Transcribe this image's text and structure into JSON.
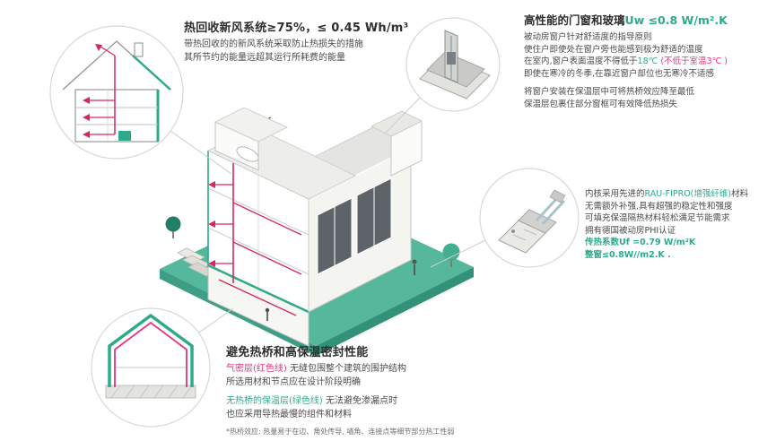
{
  "colors": {
    "teal": "#2fa98c",
    "magenta": "#e5337f",
    "red_duct": "#d6275f",
    "ground_teal": "#55b79b",
    "dark_text": "#3f3f3f"
  },
  "hrv": {
    "title_main": "热回收新风系统≥75%，",
    "title_value": "≤ 0.45 Wh/m³",
    "body_line1": "带热回收的的新风系统采取防止热损失的措施",
    "body_line2": "其所节约的能量远超其运行所耗费的能量"
  },
  "windows": {
    "title_main": "高性能的门窗和玻璃",
    "title_value": "Uw ≤0.8 W/m².K",
    "line1": "被动房窗户针对舒适度的指导原则",
    "line2": "使住户即使处在窗户旁也能感到极为舒适的温度",
    "line3_pre": "在室内,窗户表面温度不得低于",
    "line3_temp": "18℃ ",
    "line3_note": "(不低于室温3℃ )",
    "line4": "即使在寒冷的冬季,在靠近窗户部位也无寒冷不适感",
    "line5": "将窗户安装在保温层中可将热桥效应降至最低",
    "line6": "保温层包裹住部分窗框可有效降低热损失"
  },
  "profile": {
    "line1_pre": "内核采用先进的",
    "line1_brand": "RAU-FIPRO(增强纤维)",
    "line1_post": "材料",
    "line2": "无需额外补强,具有超强的稳定性和强度",
    "line3": "可填充保温隔热材料轻松满足节能需求",
    "line4": "拥有德国被动房PHI认证",
    "line5": "传热系数Uf =0.79 W/m²K",
    "line6": "整窗≤0.8W//m2.K ."
  },
  "thermal": {
    "title": "避免热桥和高保温密封性能",
    "p1_label": "气密层(红色线)",
    "p1_rest": " 无缝包围整个建筑的围护结构",
    "p1_line2": "所选用材和节点应在设计阶段明确",
    "p2_label": "无热桥的保温层(绿色线)",
    "p2_rest": " 无法避免渗漏点时",
    "p2_line2": "也应采用导热最慢的组件和材料",
    "footnote": "*热桥效应: 热量易于在边、角处传导, 墙角、连接点等细节部分热工性弱"
  }
}
